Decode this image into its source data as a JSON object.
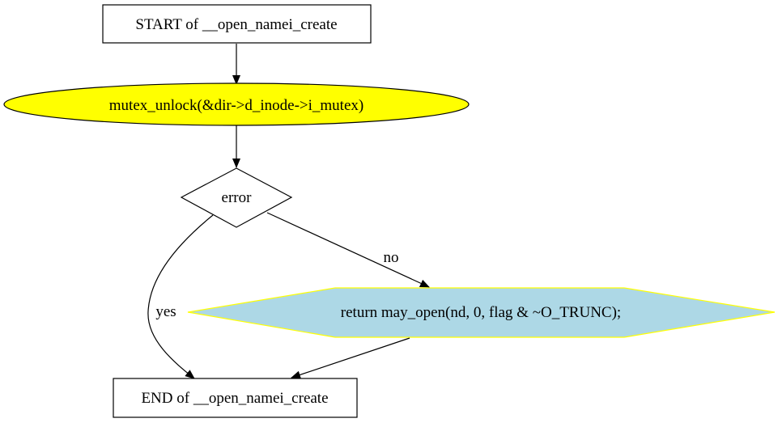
{
  "nodes": {
    "start": {
      "label": "START of __open_namei_create"
    },
    "unlock": {
      "label": "mutex_unlock(&dir->d_inode->i_mutex)",
      "fill": "#ffff00"
    },
    "decision": {
      "label": "error"
    },
    "ret": {
      "label": "return may_open(nd, 0, flag & ~O_TRUNC);",
      "fill": "#add8e6",
      "stroke": "#ffff00"
    },
    "end": {
      "label": "END of __open_namei_create"
    }
  },
  "edges": {
    "no": {
      "label": "no"
    },
    "yes": {
      "label": "yes"
    }
  }
}
